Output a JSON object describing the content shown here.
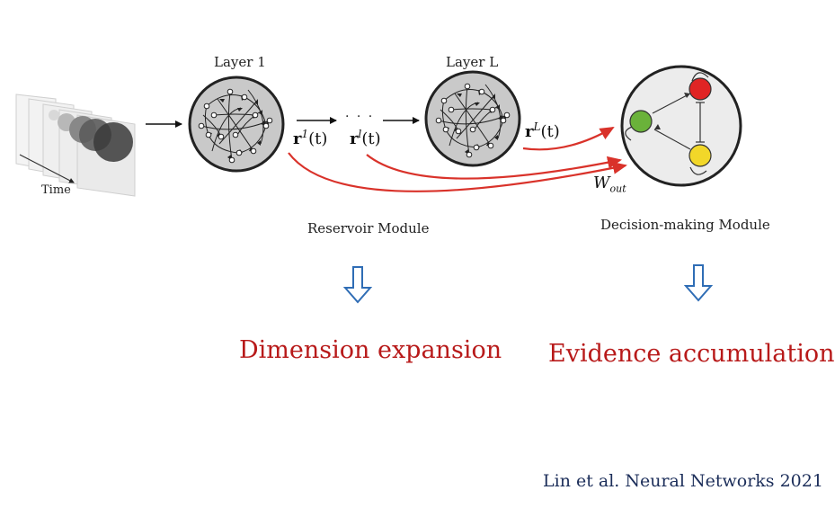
{
  "labels": {
    "layer1": "Layer 1",
    "layerL": "Layer L",
    "time": "Time",
    "reservoir_module": "Reservoir Module",
    "decision_module": "Decision-making Module",
    "dimension_expansion": "Dimension expansion",
    "evidence_accumulation": "Evidence accumulation",
    "citation": "Lin et al. Neural Networks 2021",
    "ellipsis": ". . .",
    "w_out_main": "W",
    "w_out_sub": "out"
  },
  "math": {
    "r1_base": "r",
    "r1_sup": "1",
    "r1_arg": "(t)",
    "rl_base": "r",
    "rl_sup": "l",
    "rl_arg": "(t)",
    "rL_base": "r",
    "rL_sup": "L",
    "rL_arg": "(t)"
  },
  "colors": {
    "arrow_red": "#d9322a",
    "down_arrow_blue": "#2f6db5",
    "reservoir_fill": "#c9c9c9",
    "decision_fill": "#ececec",
    "node_red": "#e02424",
    "node_green": "#6ab23a",
    "node_yellow": "#f2d729"
  }
}
